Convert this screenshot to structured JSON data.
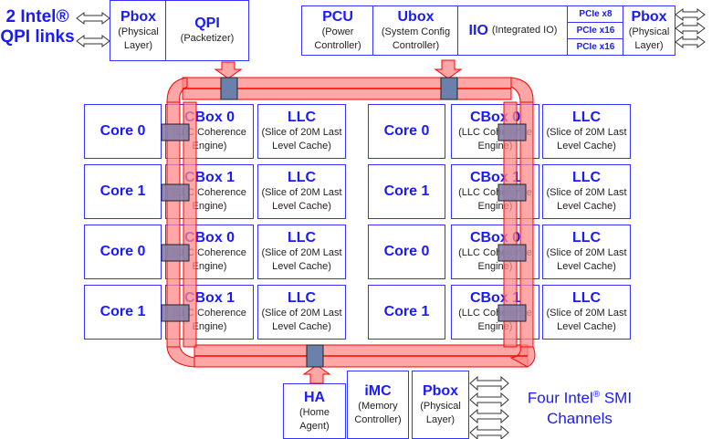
{
  "qpi_label": {
    "line1": "2  Intel®",
    "line2": "QPI links"
  },
  "top_left": {
    "pbox": {
      "title": "Pbox",
      "sub1": "(Physical",
      "sub2": "Layer)"
    },
    "qpi": {
      "title": "QPI",
      "sub1": "(Packetizer)"
    }
  },
  "top_right": {
    "pcu": {
      "title": "PCU",
      "sub1": "(Power",
      "sub2": "Controller)"
    },
    "ubox": {
      "title": "Ubox",
      "sub1": "(System Config",
      "sub2": "Controller)"
    },
    "iio": {
      "title": "IIO",
      "sub1": "(Integrated IO)"
    },
    "pcie": [
      "PCIe x8",
      "PCIe x16",
      "PCIe x16"
    ],
    "pbox": {
      "title": "Pbox",
      "sub1": "(Physical",
      "sub2": "Layer)"
    }
  },
  "left_column": [
    {
      "core": "Core 0",
      "cbox": "CBox 0",
      "cbox_sub1": "(LLC Coherence",
      "cbox_sub2": "Engine)",
      "llc": "LLC",
      "llc_sub1": "(Slice of 20M Last",
      "llc_sub2": "Level Cache)"
    },
    {
      "core": "Core 1",
      "cbox": "CBox 1",
      "cbox_sub1": "(LLC Coherence",
      "cbox_sub2": "Engine)",
      "llc": "LLC",
      "llc_sub1": "(Slice of 20M Last",
      "llc_sub2": "Level Cache)"
    },
    {
      "core": "Core 0",
      "cbox": "CBox 0",
      "cbox_sub1": "(LLC Coherence",
      "cbox_sub2": "Engine)",
      "llc": "LLC",
      "llc_sub1": "(Slice of 20M Last",
      "llc_sub2": "Level Cache)"
    },
    {
      "core": "Core 1",
      "cbox": "CBox 1",
      "cbox_sub1": "(LLC Coherence",
      "cbox_sub2": "Engine)",
      "llc": "LLC",
      "llc_sub1": "(Slice of 20M Last",
      "llc_sub2": "Level Cache)"
    }
  ],
  "right_column": [
    {
      "core": "Core 0",
      "cbox": "CBox 0",
      "cbox_sub1": "(LLC Coherence",
      "cbox_sub2": "Engine)",
      "llc": "LLC",
      "llc_sub1": "(Slice of 20M Last",
      "llc_sub2": "Level Cache)"
    },
    {
      "core": "Core 1",
      "cbox": "CBox 1",
      "cbox_sub1": "(LLC Coherence",
      "cbox_sub2": "Engine)",
      "llc": "LLC",
      "llc_sub1": "(Slice of 20M Last",
      "llc_sub2": "Level Cache)"
    },
    {
      "core": "Core 0",
      "cbox": "CBox 0",
      "cbox_sub1": "(LLC Coherence",
      "cbox_sub2": "Engine)",
      "llc": "LLC",
      "llc_sub1": "(Slice of 20M Last",
      "llc_sub2": "Level Cache)"
    },
    {
      "core": "Core 1",
      "cbox": "CBox 1",
      "cbox_sub1": "(LLC Coherence",
      "cbox_sub2": "Engine)",
      "llc": "LLC",
      "llc_sub1": "(Slice of 20M Last",
      "llc_sub2": "Level Cache)"
    }
  ],
  "bottom": {
    "ha": {
      "title": "HA",
      "sub1": "(Home",
      "sub2": "Agent)"
    },
    "imc": {
      "title": "iMC",
      "sub1": "(Memory",
      "sub2": "Controller)"
    },
    "pbox": {
      "title": "Pbox",
      "sub1": "(Physical",
      "sub2": "Layer)"
    }
  },
  "smi_label": {
    "line1": "Four Intel",
    "reg": "®",
    "line1b": " SMI",
    "line2": "Channels"
  },
  "colors": {
    "box_border": "#3333ff",
    "title_text": "#1a1aff",
    "ring_fill": "#ff9999",
    "ring_stroke": "#ff0000",
    "ring_stop": "#6b80aa"
  }
}
